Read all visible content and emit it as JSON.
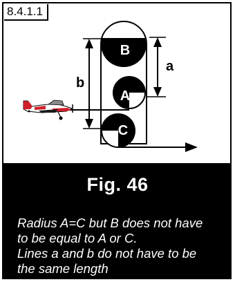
{
  "figure_id": "8.4.1.1",
  "diagram": {
    "label_B": "B",
    "label_A": "A",
    "label_C": "C",
    "line_label_a": "a",
    "line_label_b": "b",
    "colors": {
      "stroke": "#000000",
      "fill": "#000000",
      "aircraft_red": "#d0202a"
    }
  },
  "caption": {
    "title": "Fig. 46",
    "lines": [
      "Radius A=C but B does not have",
      "to be equal to A or C.",
      "Lines a and b do not have to be",
      "the same length"
    ]
  }
}
